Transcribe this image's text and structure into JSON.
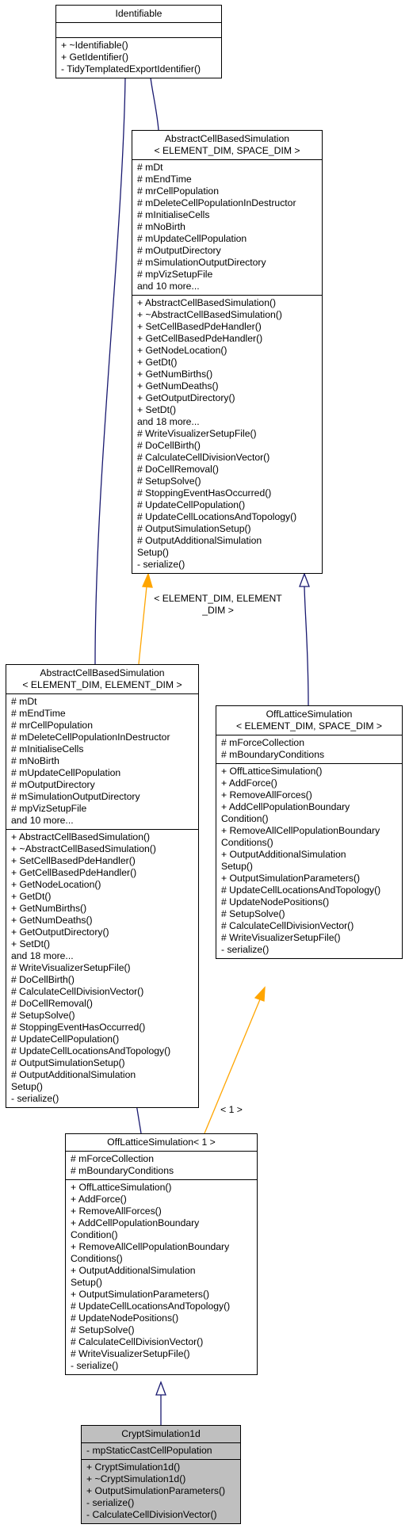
{
  "nodes": {
    "identifiable": {
      "title": [
        "Identifiable"
      ],
      "attributes": [],
      "methods": [
        "+ ~Identifiable()",
        "+ GetIdentifier()",
        "- TidyTemplatedExportIdentifier()"
      ]
    },
    "abstract_space": {
      "title": [
        "AbstractCellBasedSimulation",
        "< ELEMENT_DIM, SPACE_DIM >"
      ],
      "attributes": [
        "# mDt",
        "# mEndTime",
        "# mrCellPopulation",
        "# mDeleteCellPopulationInDestructor",
        "# mInitialiseCells",
        "# mNoBirth",
        "# mUpdateCellPopulation",
        "# mOutputDirectory",
        "# mSimulationOutputDirectory",
        "# mpVizSetupFile",
        "and 10 more..."
      ],
      "methods": [
        "+ AbstractCellBasedSimulation()",
        "+ ~AbstractCellBasedSimulation()",
        "+ SetCellBasedPdeHandler()",
        "+ GetCellBasedPdeHandler()",
        "+ GetNodeLocation()",
        "+ GetDt()",
        "+ GetNumBirths()",
        "+ GetNumDeaths()",
        "+ GetOutputDirectory()",
        "+ SetDt()",
        "and 18 more...",
        "# WriteVisualizerSetupFile()",
        "# DoCellBirth()",
        "# CalculateCellDivisionVector()",
        "# DoCellRemoval()",
        "# SetupSolve()",
        "# StoppingEventHasOccurred()",
        "# UpdateCellPopulation()",
        "# UpdateCellLocationsAndTopology()",
        "# OutputSimulationSetup()",
        "# OutputAdditionalSimulation",
        "Setup()",
        "- serialize()"
      ]
    },
    "abstract_elem": {
      "title": [
        "AbstractCellBasedSimulation",
        "< ELEMENT_DIM, ELEMENT_DIM >"
      ],
      "attributes": [
        "# mDt",
        "# mEndTime",
        "# mrCellPopulation",
        "# mDeleteCellPopulationInDestructor",
        "# mInitialiseCells",
        "# mNoBirth",
        "# mUpdateCellPopulation",
        "# mOutputDirectory",
        "# mSimulationOutputDirectory",
        "# mpVizSetupFile",
        "and 10 more..."
      ],
      "methods": [
        "+ AbstractCellBasedSimulation()",
        "+ ~AbstractCellBasedSimulation()",
        "+ SetCellBasedPdeHandler()",
        "+ GetCellBasedPdeHandler()",
        "+ GetNodeLocation()",
        "+ GetDt()",
        "+ GetNumBirths()",
        "+ GetNumDeaths()",
        "+ GetOutputDirectory()",
        "+ SetDt()",
        "and 18 more...",
        "# WriteVisualizerSetupFile()",
        "# DoCellBirth()",
        "# CalculateCellDivisionVector()",
        "# DoCellRemoval()",
        "# SetupSolve()",
        "# StoppingEventHasOccurred()",
        "# UpdateCellPopulation()",
        "# UpdateCellLocationsAndTopology()",
        "# OutputSimulationSetup()",
        "# OutputAdditionalSimulation",
        "Setup()",
        "- serialize()"
      ]
    },
    "offlattice_template": {
      "title": [
        "OffLatticeSimulation",
        "< ELEMENT_DIM, SPACE_DIM >"
      ],
      "attributes": [
        "# mForceCollection",
        "# mBoundaryConditions"
      ],
      "methods": [
        "+ OffLatticeSimulation()",
        "+ AddForce()",
        "+ RemoveAllForces()",
        "+ AddCellPopulationBoundary",
        "Condition()",
        "+ RemoveAllCellPopulationBoundary",
        "Conditions()",
        "+ OutputAdditionalSimulation",
        "Setup()",
        "+ OutputSimulationParameters()",
        "# UpdateCellLocationsAndTopology()",
        "# UpdateNodePositions()",
        "# SetupSolve()",
        "# CalculateCellDivisionVector()",
        "# WriteVisualizerSetupFile()",
        "- serialize()"
      ]
    },
    "offlattice_1": {
      "title": [
        "OffLatticeSimulation< 1 >"
      ],
      "attributes": [
        "# mForceCollection",
        "# mBoundaryConditions"
      ],
      "methods": [
        "+ OffLatticeSimulation()",
        "+ AddForce()",
        "+ RemoveAllForces()",
        "+ AddCellPopulationBoundary",
        "Condition()",
        "+ RemoveAllCellPopulationBoundary",
        "Conditions()",
        "+ OutputAdditionalSimulation",
        "Setup()",
        "+ OutputSimulationParameters()",
        "# UpdateCellLocationsAndTopology()",
        "# UpdateNodePositions()",
        "# SetupSolve()",
        "# CalculateCellDivisionVector()",
        "# WriteVisualizerSetupFile()",
        "- serialize()"
      ]
    },
    "crypt": {
      "title": [
        "CryptSimulation1d"
      ],
      "attributes": [
        "- mpStaticCastCellPopulation"
      ],
      "methods": [
        "+ CryptSimulation1d()",
        "+ ~CryptSimulation1d()",
        "+ OutputSimulationParameters()",
        "- serialize()",
        "- CalculateCellDivisionVector()"
      ]
    }
  },
  "edge_labels": {
    "elem_binding": [
      "< ELEMENT_DIM, ELEMENT",
      "_DIM >"
    ],
    "one_binding": [
      "< 1 >"
    ]
  },
  "colors": {
    "inheritance": "#191970",
    "template_binding": "#ffa500",
    "highlight_fill": "#bfbfbf"
  }
}
